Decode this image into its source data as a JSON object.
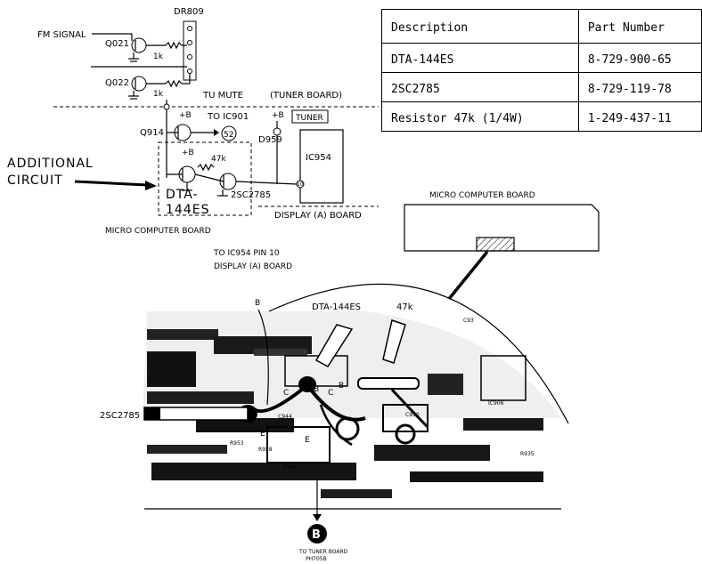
{
  "schematic": {
    "fm_signal": "FM SIGNAL",
    "connector": "DR809",
    "q021": "Q021",
    "q022": "Q022",
    "r1": "1k",
    "r2": "1k",
    "tu_mute": "TU MUTE",
    "tuner_board": "(TUNER BOARD)",
    "q914": "Q914",
    "plus_b_1": "+B",
    "plus_b_2": "+B",
    "plus_b_3": "+B",
    "to_ic901": "TO IC901",
    "pin_52": "52",
    "d959": "D959",
    "tuner_badge": "TUNER",
    "ic954": "IC954",
    "pin_10": "10",
    "r47k": "47k",
    "transistor_2sc2785": "2SC2785",
    "dta_line1": "DTA-",
    "dta_line2": "144ES",
    "additional_line1": "ADDITIONAL",
    "additional_line2": "CIRCUIT",
    "display_board": "DISPLAY (A) BOARD",
    "micro_board": "MICRO COMPUTER BOARD"
  },
  "table": {
    "headers": [
      "Description",
      "Part Number"
    ],
    "rows": [
      [
        "DTA-144ES",
        "8-729-900-65"
      ],
      [
        "2SC2785",
        "8-729-119-78"
      ],
      [
        "Resistor 47k (1/4W)",
        "1-249-437-11"
      ]
    ]
  },
  "board_view": {
    "mc_board_label": "MICRO COMPUTER BOARD",
    "to_ic954_line1": "TO IC954 PIN 10",
    "to_ic954_line2": "DISPLAY (A) BOARD",
    "point_b": "B",
    "dta_label": "DTA-144ES",
    "r47k_label": "47k",
    "sc_label": "2SC2785",
    "circle_b": "B",
    "to_tuner_line1": "TO TUNER BOARD",
    "to_tuner_line2": "PH705B",
    "pcb_marks": [
      "C",
      "B",
      "C",
      "B",
      "E",
      "E",
      "C944",
      "C93",
      "R935",
      "IC906",
      "R953",
      "R958",
      "C950",
      "R956"
    ]
  }
}
